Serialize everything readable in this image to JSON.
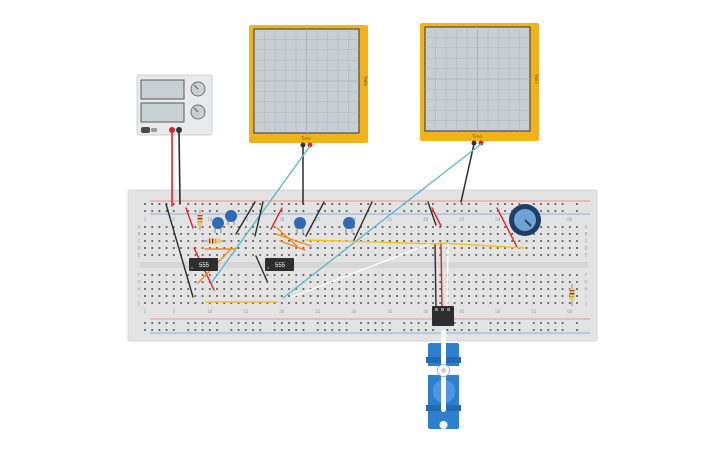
{
  "canvas": {
    "background": "#ffffff"
  },
  "colors": {
    "breadboard": "#e3e3e3",
    "rail_red": "#e34a4a",
    "rail_blue": "#4a79c4",
    "oscilloscope_frame": "#f2b31a",
    "oscilloscope_screen": "#c7cfd2",
    "power_supply_body": "#e9eaeb",
    "wire_red": "#d8282a",
    "wire_black": "#2b2b2b",
    "wire_cyan": "#5fb8c9",
    "wire_yellow": "#f0c419",
    "wire_orange": "#f08a1a",
    "wire_white": "#ffffff",
    "chip": "#2e2e2e",
    "capacitor": "#2f6bb3",
    "servo": "#2f7fcf",
    "potentiometer": "#1f3e66"
  },
  "power_supply": {
    "icon": "dc-power-supply-icon"
  },
  "oscilloscopes": [
    {
      "icon": "oscilloscope-icon",
      "time_label": "Time",
      "volt_label": "Volts"
    },
    {
      "icon": "oscilloscope-icon",
      "time_label": "Time",
      "volt_label": "Volts"
    }
  ],
  "chips": [
    {
      "label": "555"
    },
    {
      "label": "555"
    }
  ],
  "breadboard": {
    "row_labels_top": [
      "A",
      "B",
      "C",
      "D",
      "E"
    ],
    "row_labels_bottom": [
      "F",
      "G",
      "H",
      "I",
      "J"
    ],
    "column_numbers": [
      "1",
      "5",
      "10",
      "15",
      "20",
      "25",
      "30",
      "35",
      "40",
      "45",
      "50",
      "55",
      "60"
    ]
  },
  "servo": {
    "icon": "micro-servo-icon"
  },
  "potentiometer": {
    "icon": "potentiometer-icon"
  }
}
